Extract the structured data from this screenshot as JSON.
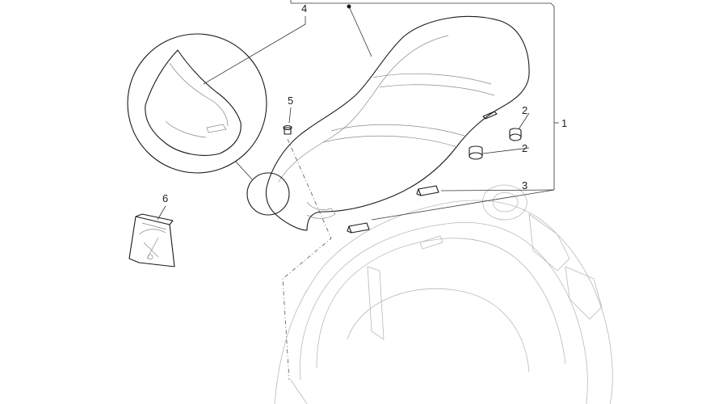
{
  "diagram": {
    "callouts": {
      "c1": "1",
      "c2a": "2",
      "c2b": "2",
      "c3": "3",
      "c4": "4",
      "c5": "5",
      "c6": "6"
    },
    "colors": {
      "line": "#1a1a1a",
      "faint_line": "#b9b9b9",
      "background": "#ffffff"
    }
  }
}
